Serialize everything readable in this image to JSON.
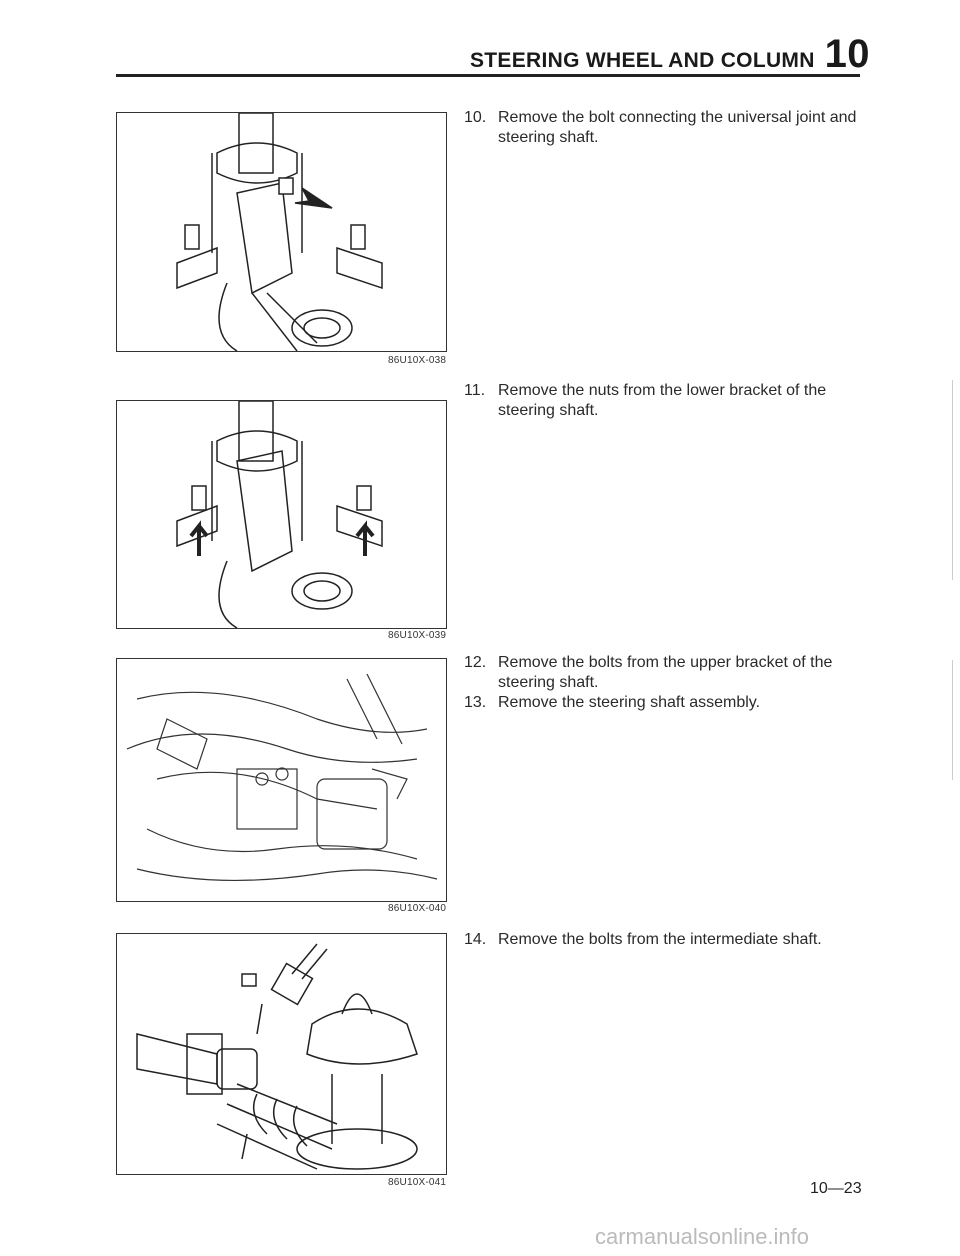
{
  "header": {
    "title": "STEERING WHEEL AND COLUMN",
    "chapter": "10"
  },
  "figures": [
    {
      "code": "86U10X-038"
    },
    {
      "code": "86U10X-039"
    },
    {
      "code": "86U10X-040"
    },
    {
      "code": "86U10X-041"
    }
  ],
  "steps": [
    {
      "number": "10.",
      "line1": "Remove the bolt connecting the universal joint and",
      "line2": "steering shaft."
    },
    {
      "number": "11.",
      "line1": "Remove the nuts from the lower bracket of the",
      "line2": "steering shaft."
    },
    {
      "number": "12.",
      "line1": "Remove the bolts from the upper bracket of the",
      "line2": "steering shaft."
    },
    {
      "number": "13.",
      "line1": "Remove the steering shaft assembly."
    },
    {
      "number": "14.",
      "line1": "Remove the bolts from the intermediate shaft."
    }
  ],
  "footer": {
    "page_number": "10—23",
    "watermark": "carmanualsonline.info"
  }
}
